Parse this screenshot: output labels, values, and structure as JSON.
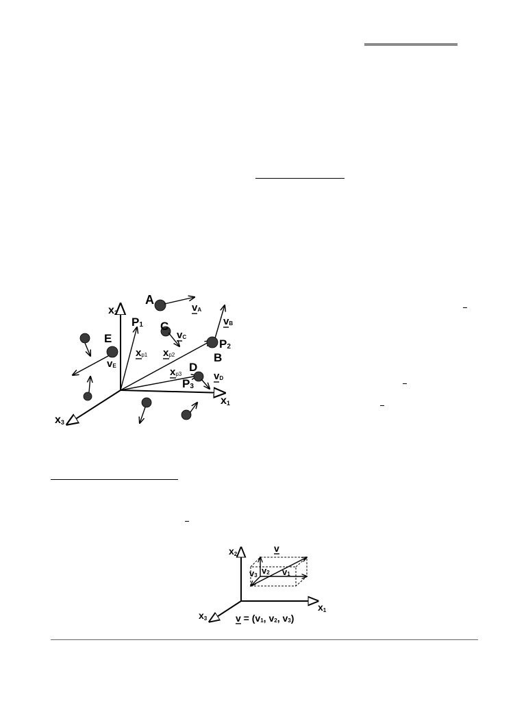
{
  "figure1": {
    "axes": {
      "x1": "x",
      "x1_sub": "1",
      "x2": "x",
      "x2_sub": "2",
      "x3": "x",
      "x3_sub": "3"
    },
    "particles": {
      "A": "A",
      "B": "B",
      "C": "C",
      "D": "D",
      "E": "E"
    },
    "points": {
      "P1": "P",
      "P1_sub": "1",
      "P2": "P",
      "P2_sub": "2",
      "P3": "P",
      "P3_sub": "3"
    },
    "velocities": {
      "vA": "v",
      "vA_sub": "A",
      "vB": "v",
      "vB_sub": "B",
      "vC": "v",
      "vC_sub": "C",
      "vD": "v",
      "vD_sub": "D",
      "vE": "v",
      "vE_sub": "E"
    },
    "positions": {
      "xp1": "x",
      "xp1_sub": "p1",
      "xp2": "x",
      "xp2_sub": "p2",
      "xp3": "x",
      "xp3_sub": "p3"
    }
  },
  "figure2": {
    "axes": {
      "x1": "x",
      "x1_sub": "1",
      "x2": "x",
      "x2_sub": "2",
      "x3": "x",
      "x3_sub": "3"
    },
    "vector": "v",
    "components": {
      "v1": "v",
      "v1_sub": "1",
      "v2": "v",
      "v2_sub": "2",
      "v3": "v",
      "v3_sub": "3"
    },
    "equation": {
      "lhs": "v",
      "eq": " = (",
      "c1": "v",
      "c1_sub": "1",
      "sep1": ", ",
      "c2": "v",
      "c2_sub": "2",
      "sep2": ", ",
      "c3": "v",
      "c3_sub": "3",
      "close": ")"
    }
  }
}
